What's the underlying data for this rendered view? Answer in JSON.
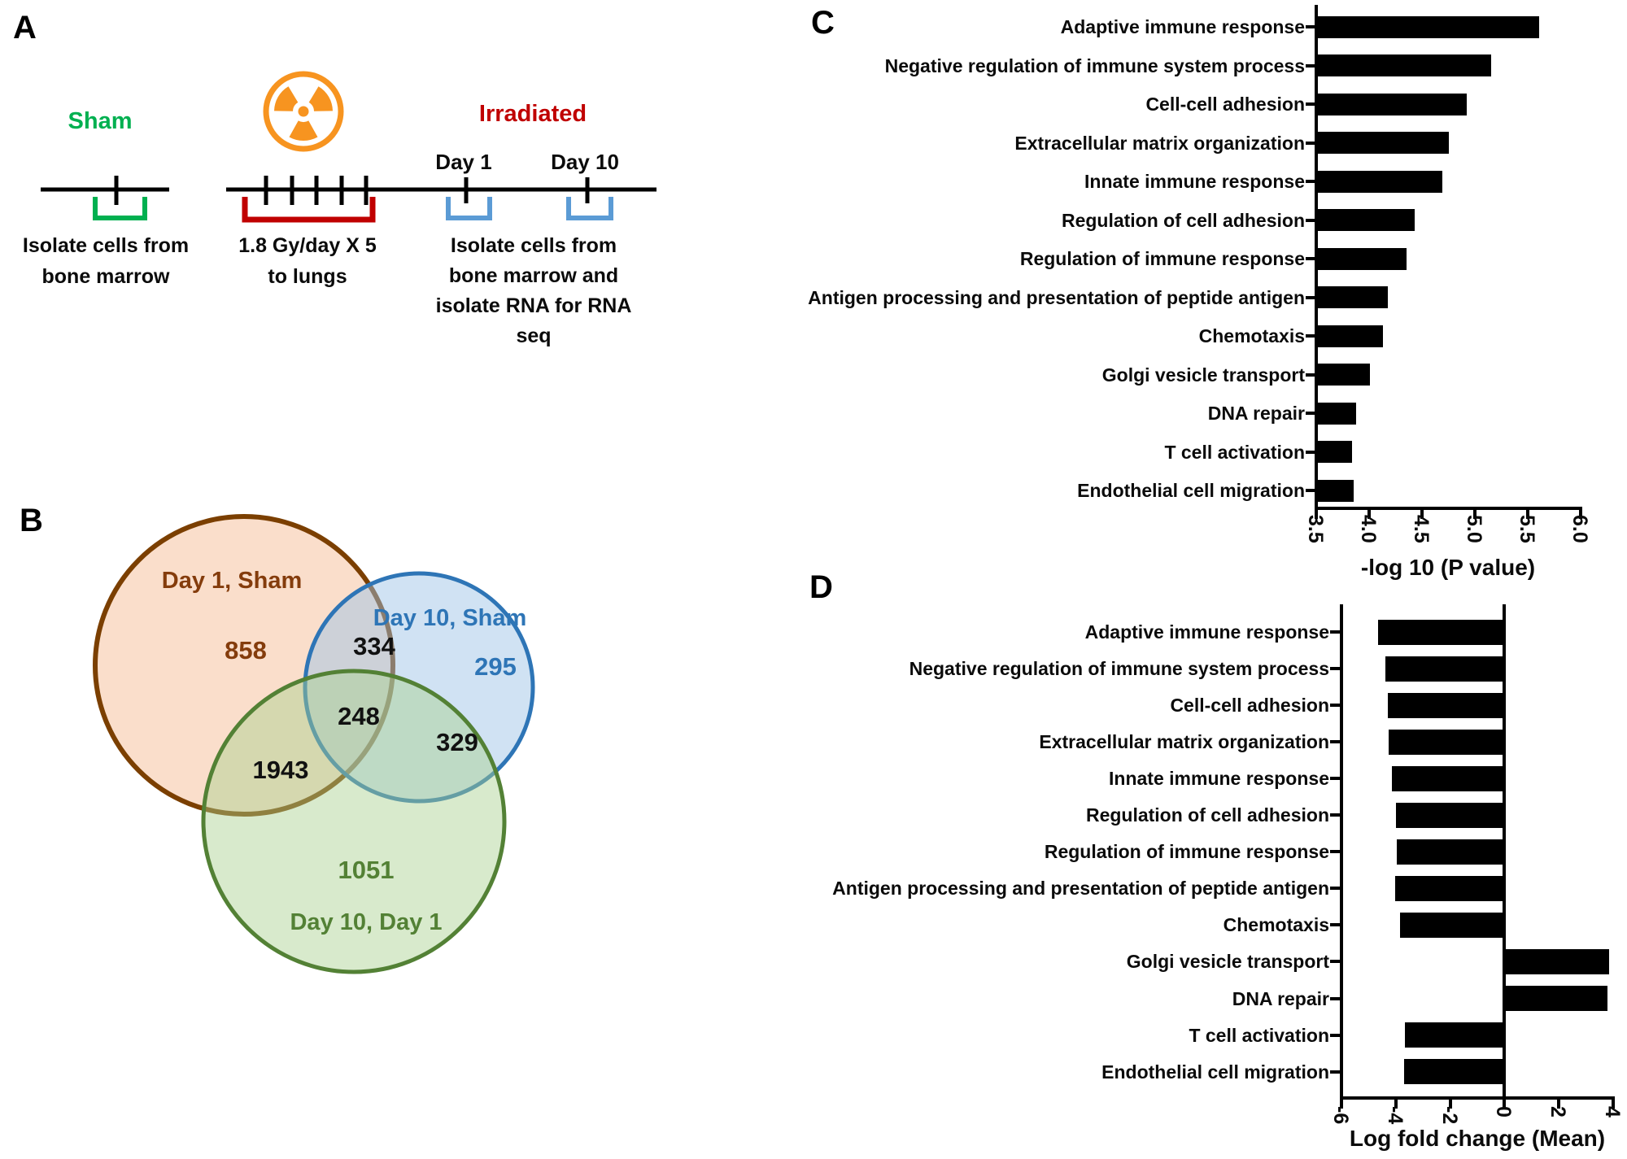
{
  "panels": {
    "a": {
      "label": "A",
      "sham_label": "Sham",
      "irradiated_label": "Irradiated",
      "day1_label": "Day 1",
      "day10_label": "Day 10",
      "sham_caption": [
        "Isolate cells from",
        "bone marrow"
      ],
      "dose_caption": [
        "1.8 Gy/day X 5",
        "to lungs"
      ],
      "irradiated_caption": [
        "Isolate cells from",
        "bone marrow and",
        "isolate RNA for RNA",
        "seq"
      ],
      "colors": {
        "sham_text": "#00B050",
        "irradiated_text": "#C00000",
        "radiation_icon": "#F79420",
        "bracket_green": "#00B050",
        "bracket_red": "#C00000",
        "bracket_blue": "#5B9BD5",
        "timeline": "#000000"
      }
    },
    "b": {
      "label": "B",
      "sets": [
        {
          "name": "Day 1, Sham",
          "unique_count": "858",
          "text_color": "#843C0C",
          "stroke": "#7B3F00",
          "fill": "#F4B183"
        },
        {
          "name": "Day 10, Sham",
          "unique_count": "295",
          "text_color": "#2E75B6",
          "stroke": "#2E75B6",
          "fill": "#9DC3E6"
        },
        {
          "name": "Day 10, Day 1",
          "unique_count": "1051",
          "text_color": "#538135",
          "stroke": "#538135",
          "fill": "#A9D18E"
        }
      ],
      "overlaps": {
        "day1sham_day10sham": "334",
        "all_three": "248",
        "day10sham_day10day1": "329",
        "day1sham_day10day1": "1943"
      }
    },
    "c": {
      "label": "C"
    },
    "d": {
      "label": "D"
    }
  },
  "chart_data": [
    {
      "type": "bar",
      "orientation": "horizontal",
      "panel": "C",
      "categories": [
        "Adaptive immune response",
        "Negative regulation of immune system process",
        "Cell-cell adhesion",
        "Extracellular matrix organization",
        "Innate immune response",
        "Regulation of cell adhesion",
        "Regulation of immune response",
        "Antigen processing and presentation of peptide antigen",
        "Chemotaxis",
        "Golgi vesicle transport",
        "DNA repair",
        "T cell activation",
        "Endothelial cell migration"
      ],
      "values": [
        5.61,
        5.15,
        4.92,
        4.75,
        4.69,
        4.43,
        4.35,
        4.18,
        4.13,
        4.01,
        3.88,
        3.84,
        3.85
      ],
      "xlabel": "-log 10 (P value)",
      "xlim": [
        3.5,
        6.0
      ],
      "xticks": [
        "3.5",
        "4.0",
        "4.5",
        "5.0",
        "5.5",
        "6.0"
      ],
      "grid": false,
      "bar_color": "#000000"
    },
    {
      "type": "bar",
      "orientation": "horizontal",
      "panel": "D",
      "categories": [
        "Adaptive immune response",
        "Negative regulation of immune system process",
        "Cell-cell adhesion",
        "Extracellular matrix organization",
        "Innate immune response",
        "Regulation of cell adhesion",
        "Regulation of immune response",
        "Antigen processing and presentation of peptide antigen",
        "Chemotaxis",
        "Golgi vesicle transport",
        "DNA repair",
        "T cell activation",
        "Endothelial cell migration"
      ],
      "values": [
        -4.64,
        -4.37,
        -4.29,
        -4.27,
        -4.14,
        -3.99,
        -3.95,
        -4.02,
        -3.84,
        3.84,
        3.79,
        -3.67,
        -3.69
      ],
      "xlabel": "Log fold change (Mean)",
      "xlim": [
        -6,
        4
      ],
      "xticks": [
        "-6",
        "-4",
        "-2",
        "0",
        "2",
        "4"
      ],
      "grid": false,
      "bar_color": "#000000"
    }
  ]
}
